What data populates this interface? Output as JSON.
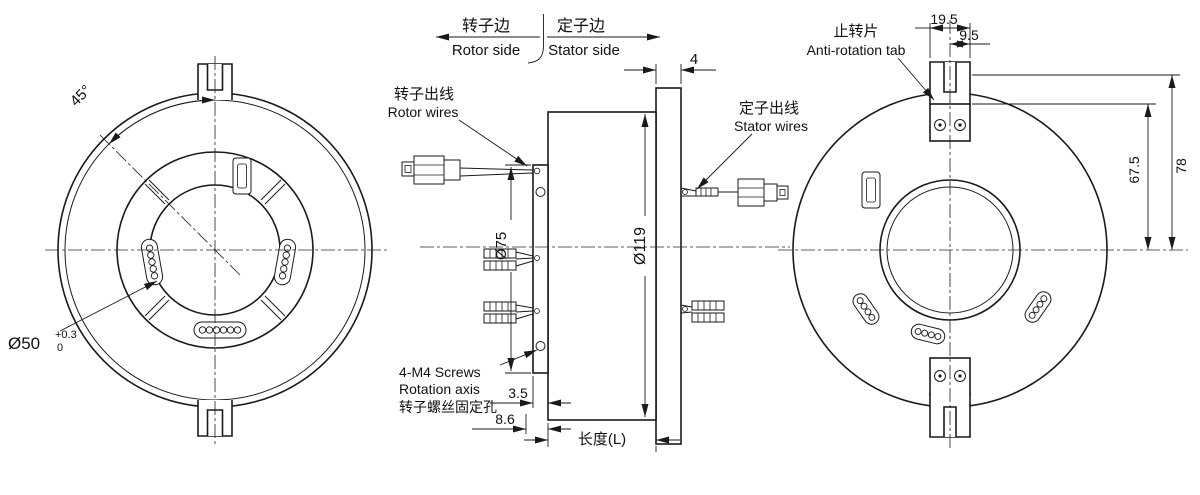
{
  "left_view": {
    "angle": "45°",
    "bore": "Ø50",
    "bore_tol_up": "+0.3",
    "bore_tol_dn": "0"
  },
  "side_view": {
    "rotor_side_cn": "转子边",
    "rotor_side_en": "Rotor side",
    "stator_side_cn": "定子边",
    "stator_side_en": "Stator side",
    "rotor_wires_cn": "转子出线",
    "rotor_wires_en": "Rotor wires",
    "stator_wires_cn": "定子出线",
    "stator_wires_en": "Stator wires",
    "flange_thickness": "4",
    "rotor_plate_dia": "Ø75",
    "body_dia": "Ø119",
    "screws_note_l1": "4-M4 Screws",
    "screws_note_l2": "Rotation axis",
    "screws_note_l3": "转子螺丝固定孔",
    "plate_thickness": "3.5",
    "hub_depth": "8.6",
    "length": "长度(L)"
  },
  "rear_view": {
    "tab_cn": "止转片",
    "tab_en": "Anti-rotation tab",
    "tab_width": "19.5",
    "tab_half": "9.5",
    "height_inner": "67.5",
    "height_outer": "78"
  }
}
